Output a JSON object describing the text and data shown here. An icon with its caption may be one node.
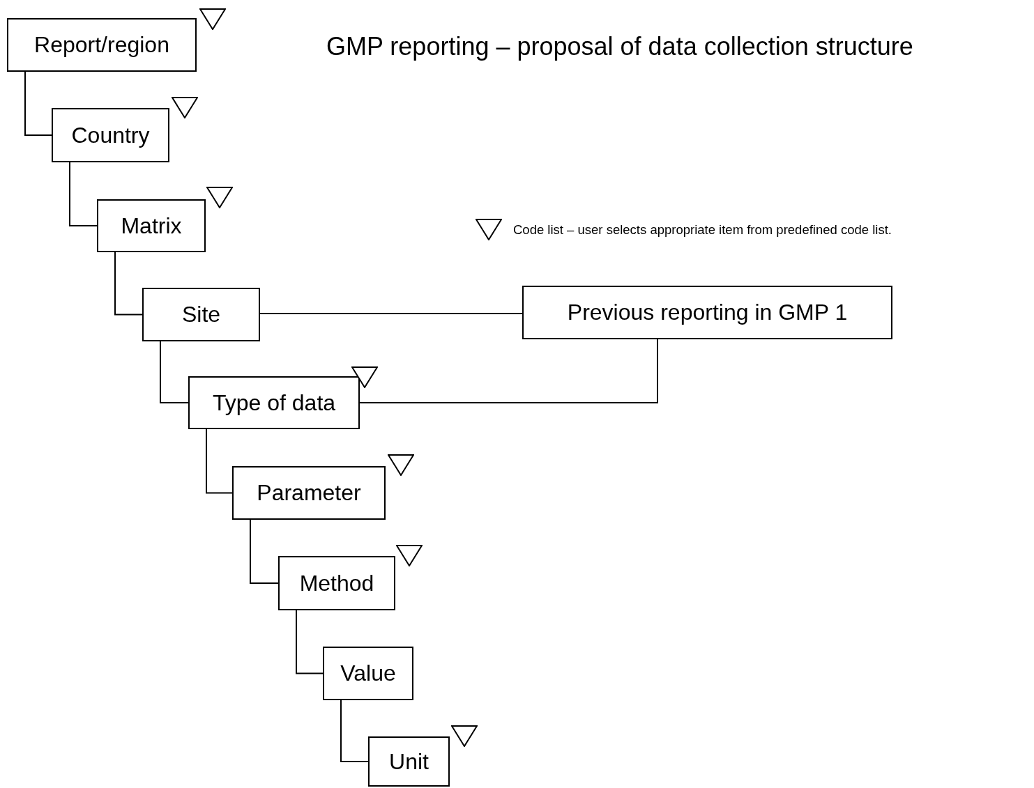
{
  "diagram": {
    "title": "GMP reporting – proposal of data collection structure",
    "nodes": [
      {
        "text": [
          "Report/region"
        ]
      },
      {
        "text": [
          "Country"
        ]
      },
      {
        "text": [
          "Matrix"
        ]
      },
      {
        "text": [
          "Site"
        ]
      },
      {
        "text": [
          "Type of data"
        ]
      },
      {
        "text": [
          "Parameter"
        ]
      },
      {
        "text": [
          "Method"
        ]
      },
      {
        "text": [
          "Value"
        ]
      },
      {
        "text": [
          "Unit"
        ]
      },
      {
        "text": [
          "Previous reporting in GMP 1"
        ]
      }
    ],
    "edges": [
      {
        "from": 0,
        "to": 1,
        "arrow": "none"
      },
      {
        "from": 1,
        "to": 2,
        "arrow": "none"
      },
      {
        "from": 2,
        "to": 3,
        "arrow": "none"
      },
      {
        "from": 3,
        "to": 4,
        "arrow": "none"
      },
      {
        "from": 4,
        "to": 5,
        "arrow": "none"
      },
      {
        "from": 5,
        "to": 6,
        "arrow": "none"
      },
      {
        "from": 6,
        "to": 7,
        "arrow": "none"
      },
      {
        "from": 7,
        "to": 8,
        "arrow": "none"
      },
      {
        "from": 3,
        "to": 9,
        "arrow": "none"
      },
      {
        "from": 9,
        "to": 4,
        "arrow": "none"
      }
    ],
    "legend": [
      {
        "text": "Code list – user selects appropriate item from predefined code list."
      }
    ]
  }
}
